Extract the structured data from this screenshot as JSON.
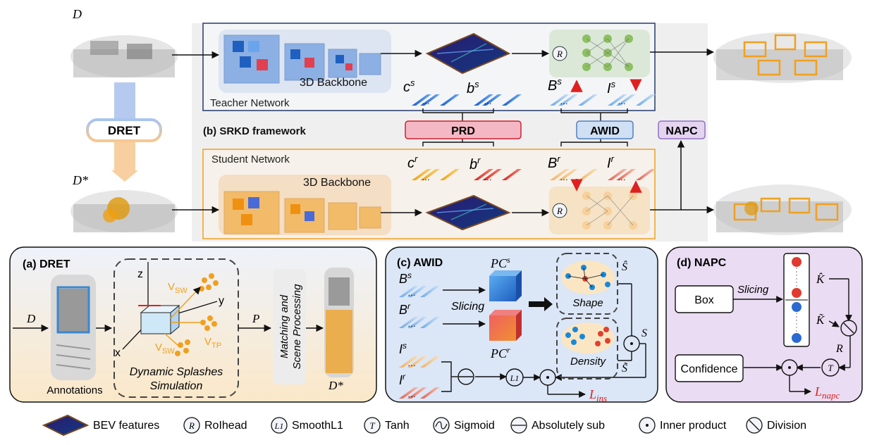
{
  "sym": {
    "D": "D",
    "D_star": "D*",
    "P": "P",
    "S": "S",
    "S_hat": "Ŝ",
    "S_tilde": "S̃",
    "K_hat": "K̂",
    "K_tilde": "K̃",
    "R": "R",
    "R_circle": "R",
    "L1": "L1",
    "T": "T",
    "x": "x",
    "y": "y",
    "z": "z",
    "dots": "…"
  },
  "teacher": {
    "label": "Teacher Network",
    "backbone": "3D Backbone",
    "cs": "c",
    "cs_sup": "s",
    "bs": "b",
    "bs_sup": "s",
    "Bs": "B",
    "Bs_sup": "s",
    "Is": "I",
    "Is_sup": "s"
  },
  "student": {
    "label": "Student Network",
    "backbone": "3D Backbone",
    "cr": "c",
    "cr_sup": "r",
    "br": "b",
    "br_sup": "r",
    "Br": "B",
    "Br_sup": "r",
    "Ir": "I",
    "Ir_sup": "r"
  },
  "framework": {
    "title": "(b) SRKD framework",
    "dret": "DRET",
    "prd": "PRD",
    "awid": "AWID",
    "napc": "NAPC"
  },
  "panel_a": {
    "title": "(a) DRET",
    "annotations": "Annotations",
    "sim_line1": "Dynamic Splashes",
    "sim_line2": "Simulation",
    "vsw": "V",
    "vsw_sub": "SW",
    "vtp": "V",
    "vtp_sub": "TP",
    "match_line1": "Matching and",
    "match_line2": "Scene Processing"
  },
  "panel_c": {
    "title": "(c) AWID",
    "Bs": "B",
    "Bs_sup": "s",
    "Br": "B",
    "Br_sup": "r",
    "Is": "I",
    "Is_sup": "s",
    "Ir": "I",
    "Ir_sup": "r",
    "slicing": "Slicing",
    "pcs": "PC",
    "pcs_sup": "s",
    "pcr": "PC",
    "pcr_sup": "r",
    "shape": "Shape",
    "density": "Density",
    "loss": "L",
    "loss_sub": "ins"
  },
  "panel_d": {
    "title": "(d) NAPC",
    "box": "Box",
    "slicing": "Slicing",
    "confidence": "Confidence",
    "loss": "L",
    "loss_sub": "napc"
  },
  "legend": {
    "bev": "BEV features",
    "roihead": "RoIhead",
    "smoothl1": "SmoothL1",
    "tanh": "Tanh",
    "sigmoid": "Sigmoid",
    "abssub": "Absolutely sub",
    "inner": "Inner product",
    "division": "Division"
  },
  "colors": {
    "teacher_blue": "#3a78c8",
    "student_orange": "#f0a020",
    "loss_red": "#e02020",
    "prd_pink": "#f4b8c4",
    "awid_blue": "#cfe0f4",
    "napc_purple": "#e4d4f0"
  }
}
